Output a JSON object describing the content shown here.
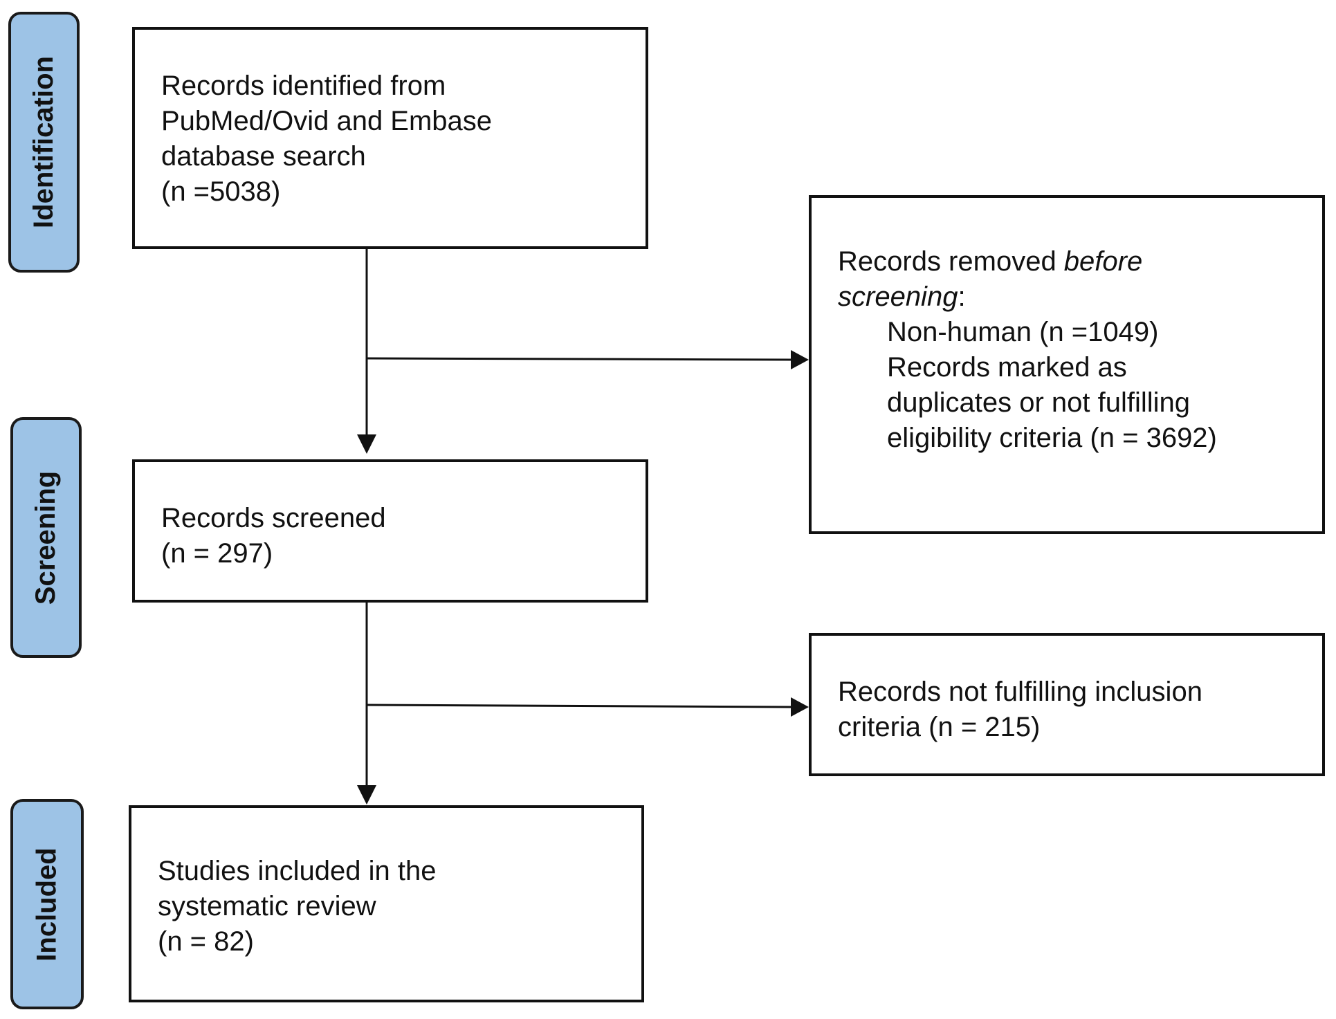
{
  "phases": {
    "identification": "Identification",
    "screening": "Screening",
    "included": "Included"
  },
  "boxes": {
    "identified": {
      "lines": [
        "Records identified from",
        "PubMed/Ovid and Embase",
        "database search",
        "(n =5038)"
      ]
    },
    "removed": {
      "title_prefix": "Records removed ",
      "title_italic": "before",
      "title_italic2": "screening",
      "title_suffix": ":",
      "items": [
        "Non-human (n =1049)",
        "Records marked as",
        "duplicates or not fulfilling",
        "eligibility criteria (n = 3692)"
      ]
    },
    "screened": {
      "lines": [
        "Records screened",
        "(n = 297)"
      ]
    },
    "excluded": {
      "lines": [
        "Records not fulfilling inclusion",
        "criteria (n = 215)"
      ]
    },
    "included": {
      "lines": [
        "Studies included in the",
        "systematic review",
        "(n = 82)"
      ]
    }
  },
  "colors": {
    "phase_fill": "#9dc3e6",
    "stroke": "#111111"
  }
}
